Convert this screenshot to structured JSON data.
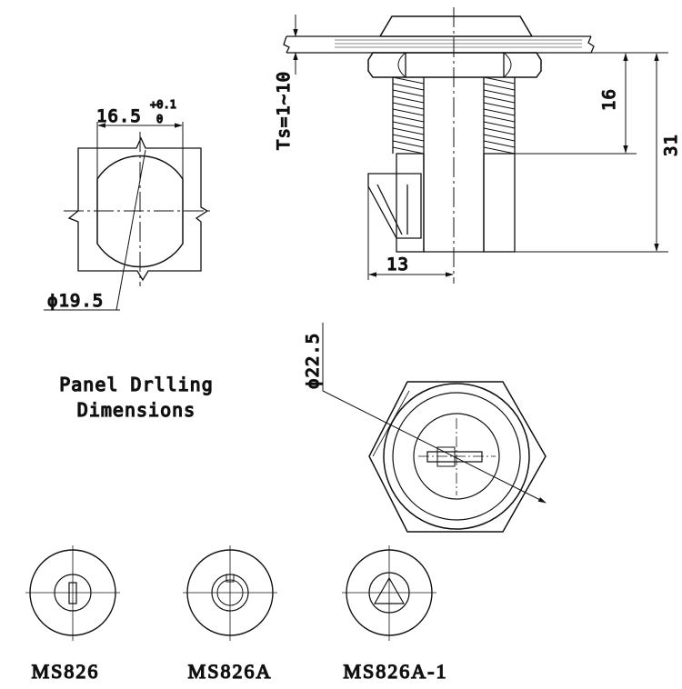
{
  "drilling": {
    "width_label": "16.5",
    "tol_upper": "+0.1",
    "tol_lower": "0",
    "diameter_label": "ϕ19.5",
    "caption_line1": "Panel Drlling",
    "caption_line2": "Dimensions"
  },
  "side_view": {
    "thickness_label": "Ts=1~10",
    "thread_label": "16",
    "length_label": "31",
    "cam_label": "13"
  },
  "front_view": {
    "diameter_label": "ϕ22.5"
  },
  "models": [
    {
      "name": "MS826"
    },
    {
      "name": "MS826A"
    },
    {
      "name": "MS826A-1"
    }
  ]
}
